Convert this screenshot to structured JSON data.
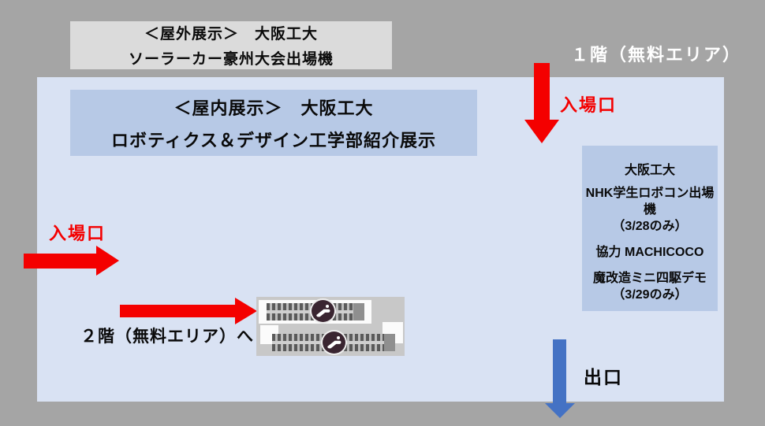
{
  "colors": {
    "background": "#a5a5a5",
    "floor": "#d9e2f3",
    "box-blue": "#b7c9e6",
    "box-gray": "#dbdbdb",
    "red": "#f40000",
    "arrow-blue": "#4472c4",
    "text": "#0a0a0a",
    "white": "#ffffff"
  },
  "outdoor_box": {
    "line1": "＜屋外展示＞　大阪工大",
    "line2": "ソーラーカー豪州大会出場機"
  },
  "floor1_label": "１階（無料エリア）",
  "indoor_box": {
    "line1": "＜屋内展示＞　大阪工大",
    "line2": "ロボティクス＆デザイン工学部紹介展示"
  },
  "entrance_top_label": "入場口",
  "entrance_left_label": "入場口",
  "robocon_box": {
    "title": "大阪工大",
    "item1_line1": "NHK学生ロボコン出場機",
    "item1_line2": "（3/28のみ）",
    "item2": "協力 MACHICOCO",
    "item3_line1": "魔改造ミニ四駆デモ",
    "item3_line2": "（3/29のみ）"
  },
  "escalator_label": "２階（無料エリア）へ",
  "exit_label": "出口",
  "icons": {
    "escalator_badge": "escalator-icon"
  }
}
